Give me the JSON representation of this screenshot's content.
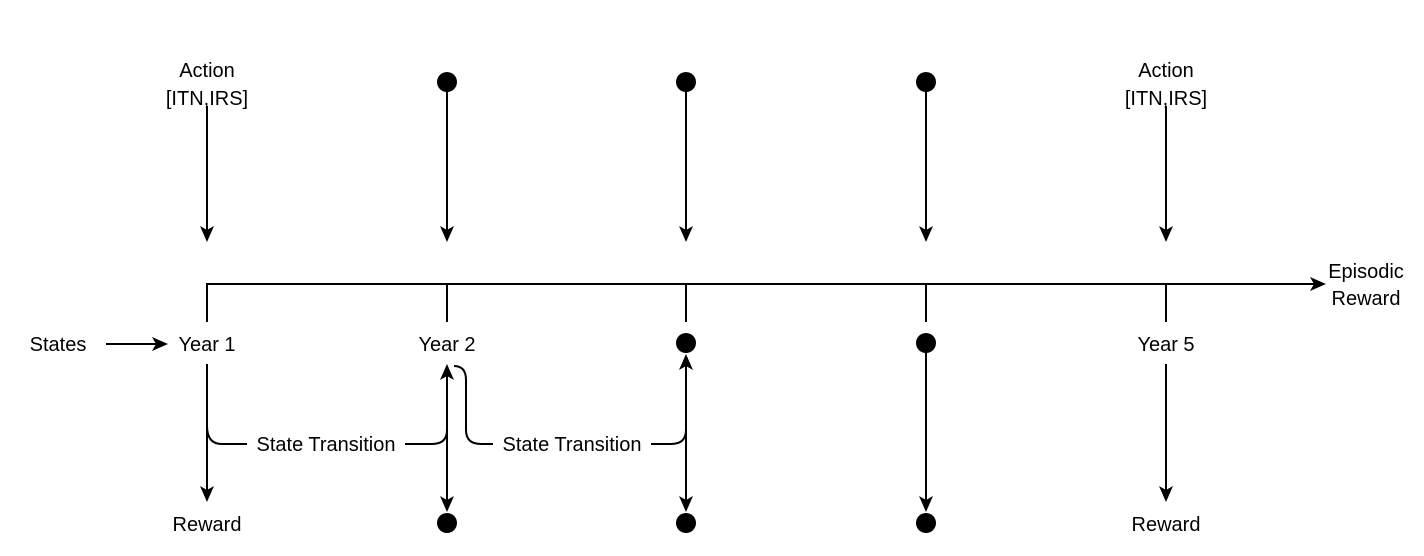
{
  "actions": [
    {
      "kind": "label",
      "line1": "Action",
      "line2": "[ITN,IRS]"
    },
    {
      "kind": "dot"
    },
    {
      "kind": "dot"
    },
    {
      "kind": "dot"
    },
    {
      "kind": "label",
      "line1": "Action",
      "line2": "[ITN,IRS]"
    }
  ],
  "states_label": "States",
  "states": [
    {
      "kind": "label",
      "text": "Year 1"
    },
    {
      "kind": "label",
      "text": "Year 2"
    },
    {
      "kind": "dot"
    },
    {
      "kind": "dot"
    },
    {
      "kind": "label",
      "text": "Year 5"
    }
  ],
  "rewards": [
    {
      "kind": "label",
      "text": "Reward"
    },
    {
      "kind": "dot"
    },
    {
      "kind": "dot"
    },
    {
      "kind": "dot"
    },
    {
      "kind": "label",
      "text": "Reward"
    }
  ],
  "episodic_reward": {
    "line1": "Episodic",
    "line2": "Reward"
  },
  "transitions": [
    {
      "label": "State Transition"
    },
    {
      "label": "State Transition"
    }
  ]
}
